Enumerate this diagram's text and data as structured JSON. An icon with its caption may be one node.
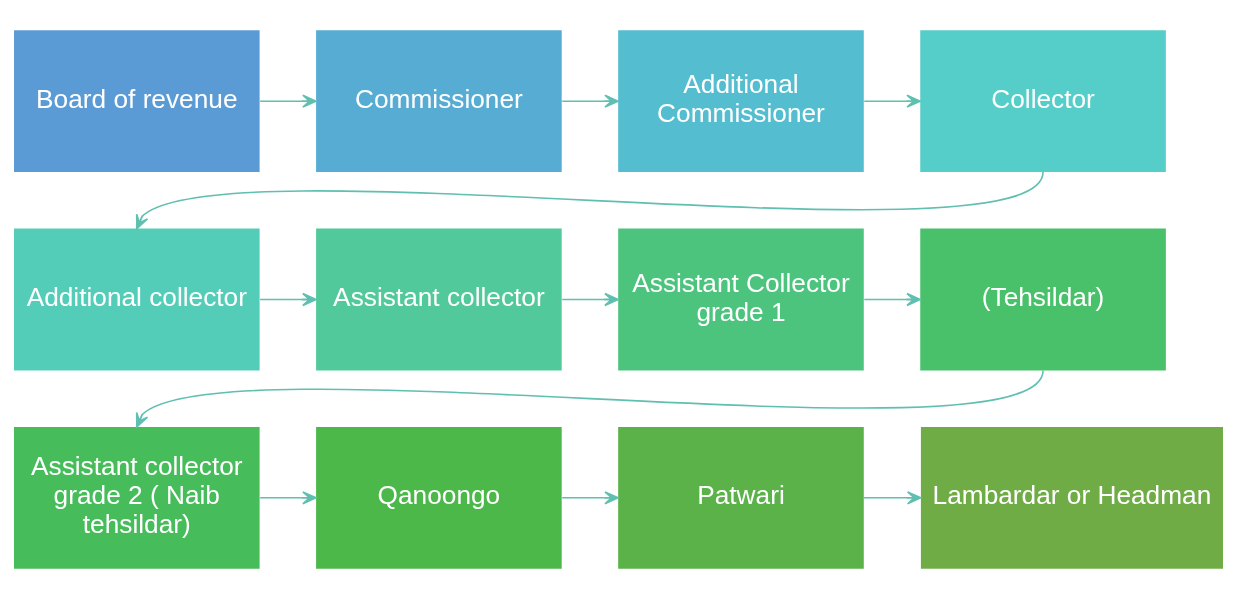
{
  "diagram": {
    "nodes": [
      {
        "text": [
          "Board of revenue"
        ]
      },
      {
        "text": [
          "Commissioner"
        ]
      },
      {
        "text": [
          "Additional Commissioner"
        ]
      },
      {
        "text": [
          "Collector"
        ]
      },
      {
        "text": [
          "Additional collector"
        ]
      },
      {
        "text": [
          "Assistant collector"
        ]
      },
      {
        "text": [
          "Assistant Collector grade 1"
        ]
      },
      {
        "text": [
          "(Tehsildar)"
        ]
      },
      {
        "text": [
          "Assistant collector grade 2 ( Naib tehsildar)"
        ]
      },
      {
        "text": [
          "Qanoongo"
        ]
      },
      {
        "text": [
          "Patwari"
        ]
      },
      {
        "text": [
          "Lambardar or Headman"
        ]
      }
    ],
    "edges": [
      {
        "from": 0,
        "to": 1,
        "arrow": "to"
      },
      {
        "from": 1,
        "to": 2,
        "arrow": "to"
      },
      {
        "from": 2,
        "to": 3,
        "arrow": "to"
      },
      {
        "from": 3,
        "to": 4,
        "arrow": "to"
      },
      {
        "from": 4,
        "to": 5,
        "arrow": "to"
      },
      {
        "from": 5,
        "to": 6,
        "arrow": "to"
      },
      {
        "from": 6,
        "to": 7,
        "arrow": "to"
      },
      {
        "from": 7,
        "to": 8,
        "arrow": "to"
      },
      {
        "from": 8,
        "to": 9,
        "arrow": "to"
      },
      {
        "from": 9,
        "to": 10,
        "arrow": "to"
      },
      {
        "from": 10,
        "to": 11,
        "arrow": "to"
      }
    ]
  }
}
